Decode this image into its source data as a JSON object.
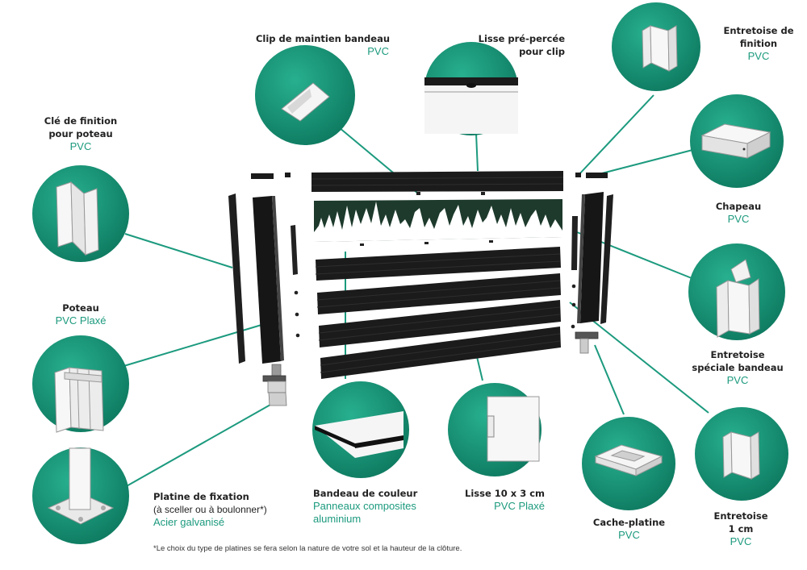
{
  "colors": {
    "teal": "#1c9a7e",
    "teal_dark": "#0f7d64",
    "panel_black": "#1b1b1b",
    "band_green": "#1d3a2c"
  },
  "parts": {
    "clip": {
      "name": "Clip de maintien bandeau",
      "material": "PVC"
    },
    "lisse_percee": {
      "name_line1": "Lisse pré-percée",
      "name_line2": "pour clip"
    },
    "entretoise_finition": {
      "name_line1": "Entretoise de",
      "name_line2": "finition",
      "material": "PVC"
    },
    "cle": {
      "name_line1": "Clé de finition",
      "name_line2": "pour poteau",
      "material": "PVC"
    },
    "chapeau": {
      "name": "Chapeau",
      "material": "PVC"
    },
    "poteau": {
      "name": "Poteau",
      "material": "PVC Plaxé"
    },
    "entretoise_bandeau": {
      "name_line1": "Entretoise",
      "name_line2": "spéciale bandeau",
      "material": "PVC"
    },
    "platine": {
      "name": "Platine de fixation",
      "sub": "(à sceller ou à boulonner*)",
      "material": "Acier galvanisé"
    },
    "bandeau": {
      "name": "Bandeau de couleur",
      "material_line1": "Panneaux composites",
      "material_line2": "aluminium"
    },
    "lisse": {
      "name": "Lisse 10 x 3 cm",
      "material": "PVC Plaxé"
    },
    "cache": {
      "name": "Cache-platine",
      "material": "PVC"
    },
    "entretoise_1cm": {
      "name_line1": "Entretoise",
      "name_line2": "1 cm",
      "material": "PVC"
    }
  },
  "footnote": "*Le choix du type de platines se fera selon la nature de votre sol et la hauteur de la clôture."
}
